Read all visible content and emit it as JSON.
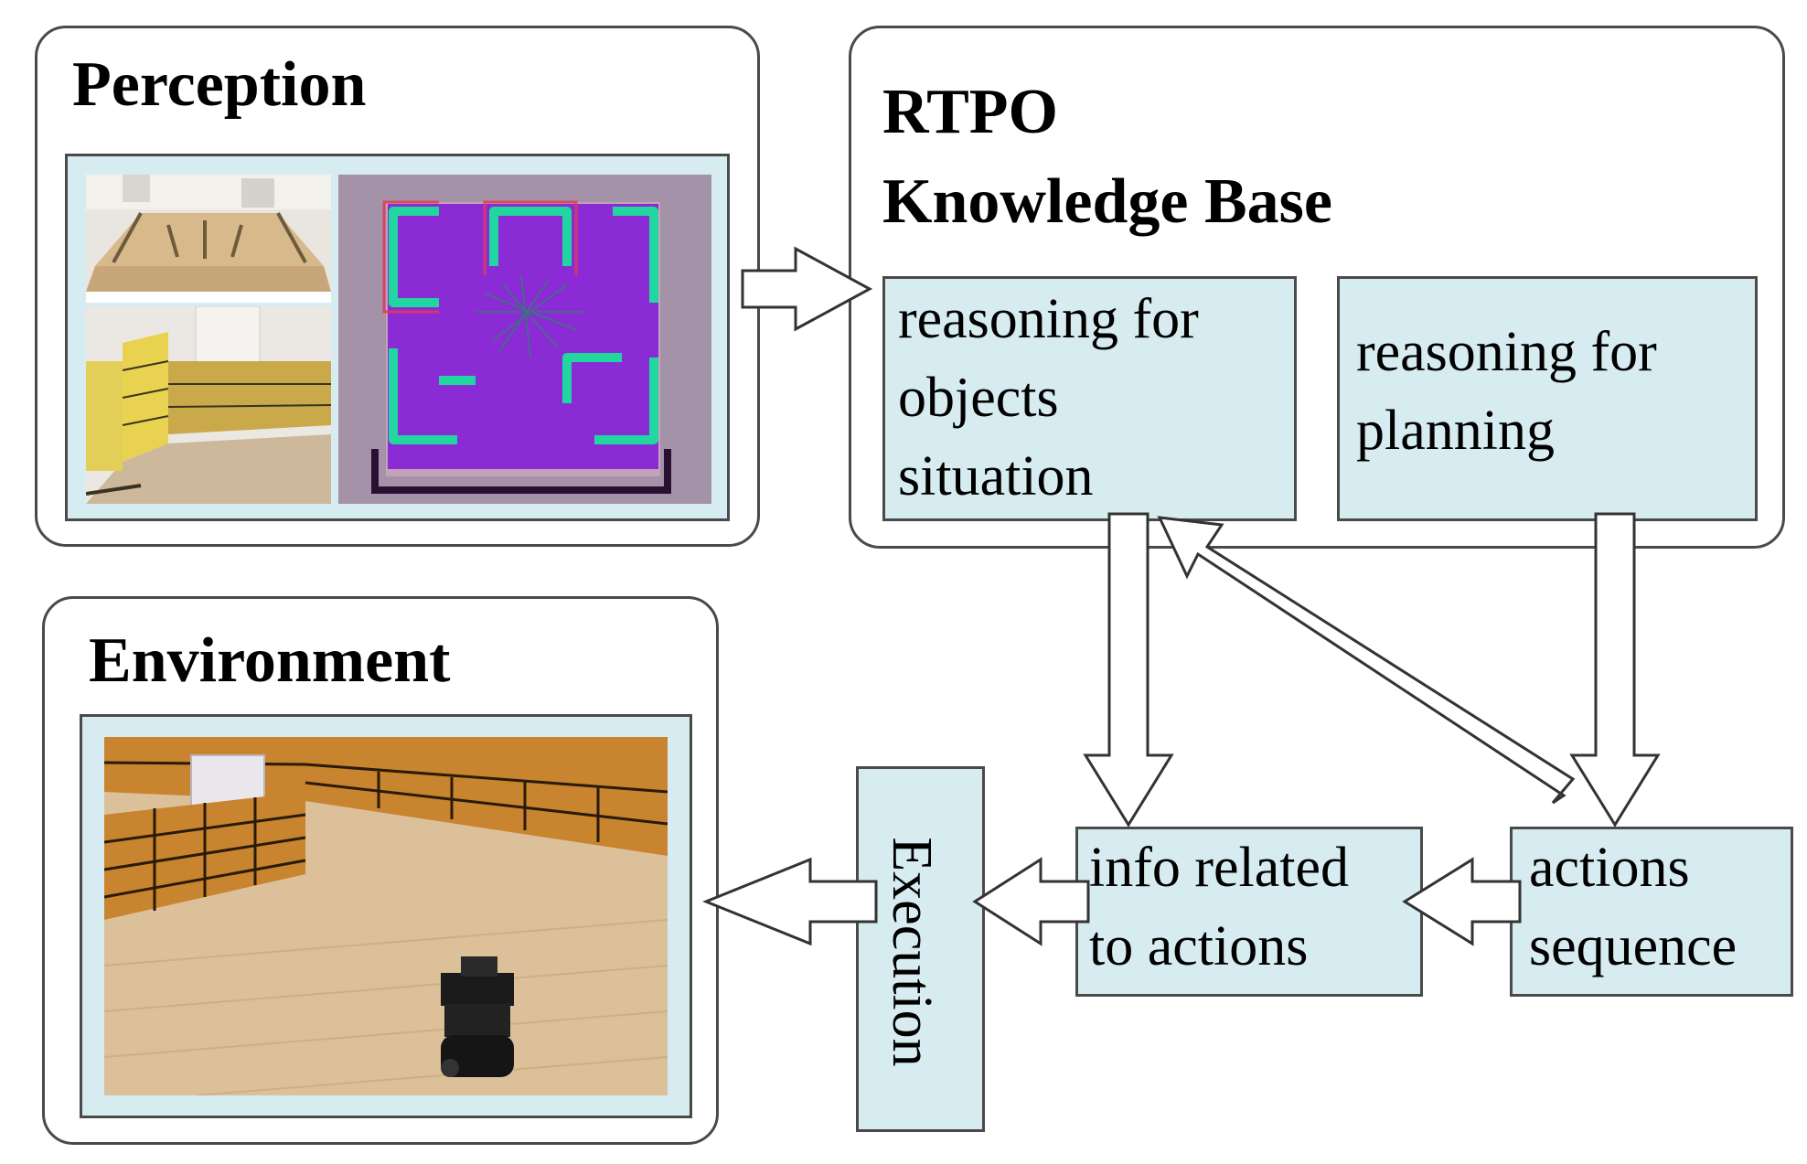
{
  "perception": {
    "title": "Perception"
  },
  "knowledge_base": {
    "title_line1": "RTPO",
    "title_line2": "Knowledge Base",
    "objects_box": {
      "line1": "reasoning for",
      "line2": "objects",
      "line3": "situation"
    },
    "planning_box": {
      "line1": "reasoning for",
      "line2": "planning"
    }
  },
  "environment": {
    "title": "Environment"
  },
  "execution": {
    "label": "Execution"
  },
  "info_box": {
    "line1": "info related",
    "line2": "to actions"
  },
  "actions_box": {
    "line1": "actions",
    "line2": "sequence"
  },
  "colors": {
    "box_fill": "#d7ecf1",
    "border": "#4a4a4a",
    "map_magenta": "#9b2fd0",
    "brick": "#c8842e",
    "floor": "#d9b48a"
  }
}
